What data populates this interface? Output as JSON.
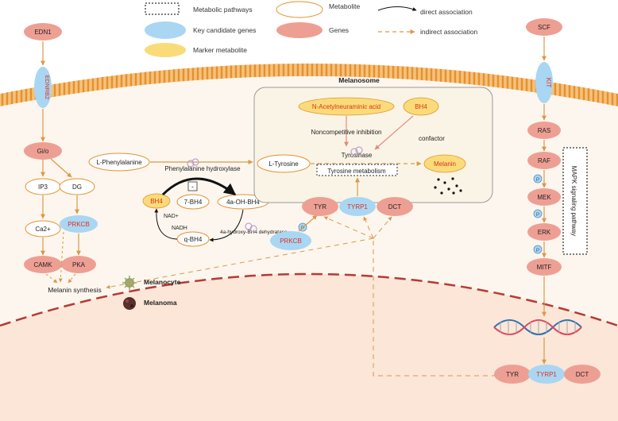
{
  "legend": {
    "metabolic_pathways": "Metabolic pathways",
    "key_candidate_genes": "Key candidate genes",
    "marker_metabolite": "Marker metabolite",
    "metabolite": "Metabolite",
    "genes": "Genes",
    "direct_association": "direct association",
    "indirect_association": "indirect association"
  },
  "colors": {
    "gene_fill": "#ee9f93",
    "key_gene_fill": "#a9d6f2",
    "marker_fill": "#f9dc79",
    "red_text": "#e0301e",
    "arrow": "#d99a48",
    "membrane": "#e5912f",
    "melanoma_region": "#fbe6d8"
  },
  "left": {
    "edn1": "EDN1",
    "ednrb2": "EDNRB2",
    "gio": "Gi/o",
    "ip3": "IP3",
    "dg": "DG",
    "ca": "Ca2+",
    "prkcb": "PRKCB",
    "camk": "CAMK",
    "pka": "PKA",
    "melanin_synthesis": "Melanin synthesis"
  },
  "cells": {
    "melanocyte": "Melanocyte",
    "melanoma": "Melanoma"
  },
  "middle": {
    "l_phenylalanine": "L-Phenylalanine",
    "phenylalanine_hydroxylase": "Phenylalanine hydroxylase",
    "bh4": "BH4",
    "seven_bh4": "7-BH4",
    "four_a_oh_bh4": "4a-OH-BH4",
    "q_bh4": "q-BH4",
    "nad_plus": "NAD+",
    "nadh": "NADH",
    "minus": "-",
    "dehydratase": "4a-hydroxy-BH4 dehydratase",
    "l_tyrosine": "L-Tyrosine",
    "prkcb_bottom": "PRKCB",
    "p": "P"
  },
  "melanosome": {
    "title": "Melanosome",
    "n_acetyl": "N-Acetylneuraminic acid",
    "bh4": "BH4",
    "noncompetitive": "Noncompetitive inhibition",
    "confactor": "confactor",
    "tyrosinase": "Tyrosinase",
    "tyrosine_metabolism": "Tyrosine metabolism",
    "melanin": "Melanin",
    "tyr": "TYR",
    "tyrp1": "TYRP1",
    "dct": "DCT"
  },
  "right": {
    "scf": "SCF",
    "kit": "KIT",
    "ras": "RAS",
    "raf": "RAF",
    "mek": "MEK",
    "erk": "ERK",
    "mitf": "MITF",
    "mapk": "MAPK signaling pathway",
    "p": "P",
    "tyr": "TYR",
    "tyrp1": "TYRP1",
    "dct": "DCT"
  }
}
